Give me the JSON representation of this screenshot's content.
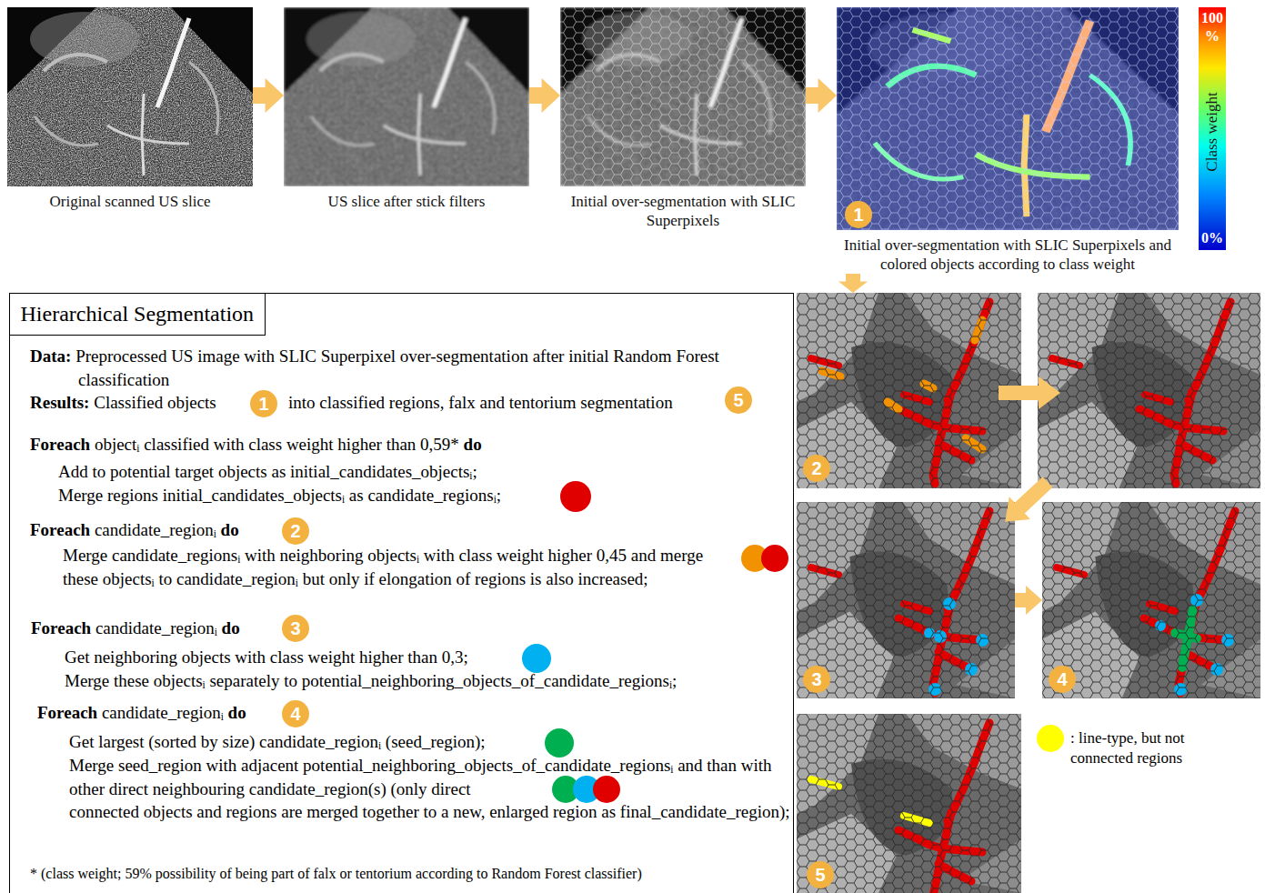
{
  "diagram": {
    "nodes": [
      {
        "text": [
          "Original scanned US slice"
        ]
      },
      {
        "text": [
          "US slice after stick filters"
        ]
      },
      {
        "text": [
          "Initial over-segmentation with SLIC Superpixels"
        ]
      },
      {
        "text": [
          "Initial over-segmentation with SLIC Superpixels and colored objects according to class weight"
        ]
      },
      {
        "text": [
          "Data: Preprocessed US image with SLIC Superpixel over-segmentation after initial Random Forest classification",
          "Results: Classified objects",
          "into classified regions, falx and tentorium segmentation",
          "Foreach objectᵢ classified with class weight higher than 0,59* do",
          "Add to potential target objects as initial_candidates_objectsᵢ;",
          "Merge regions initial_candidates_objectsᵢ as candidate_regionsᵢ;",
          "Foreach candidate_regionᵢ do",
          "Merge candidate_regionsᵢ with neighboring objectsᵢ with class weight higher 0,45 and merge these objectsᵢ to candidate_regionᵢ but only if elongation of regions is also increased;",
          "Foreach candidate_regionᵢ do",
          "Get neighboring objects with class weight higher than 0,3;",
          "Merge these objectsᵢ separately to potential_neighboring_objects_of_candidate_regionsᵢ;",
          "Foreach candidate_regionᵢ do",
          "Get largest (sorted by size) candidate_regionᵢ (seed_region);",
          "Merge seed_region with adjacent potential_neighboring_objects_of_candidate_regionsᵢ and than with other direct neighbouring candidate_region(s) (only direct connected objects and regions are merged together to a new, enlarged region as final_candidate_region);",
          "* (class weight; 59% possibility of being part of falx or tentorium according to Random Forest classifier)"
        ]
      },
      {
        "text": [
          "Hierarchical Segmentation"
        ],
        "in": 4
      },
      {
        "text": [
          "2"
        ]
      },
      {
        "text": [
          "3"
        ]
      },
      {
        "text": [
          "4"
        ]
      },
      {
        "text": [
          "5"
        ]
      }
    ],
    "edges": [
      {
        "from": 0,
        "to": 1,
        "arrow": "to"
      },
      {
        "from": 1,
        "to": 2,
        "arrow": "to"
      },
      {
        "from": 2,
        "to": 3,
        "arrow": "to"
      },
      {
        "from": 3,
        "to": 6,
        "arrow": "to"
      },
      {
        "from": 7,
        "to": 8,
        "arrow": "to"
      }
    ],
    "labels": [
      "1",
      "100 %",
      "Class weight",
      "0%",
      "1",
      "5",
      "2",
      "3",
      "4"
    ],
    "legend": [
      {
        "text": ": line-type, but not connected regions",
        "color": "#ffff00"
      }
    ]
  }
}
